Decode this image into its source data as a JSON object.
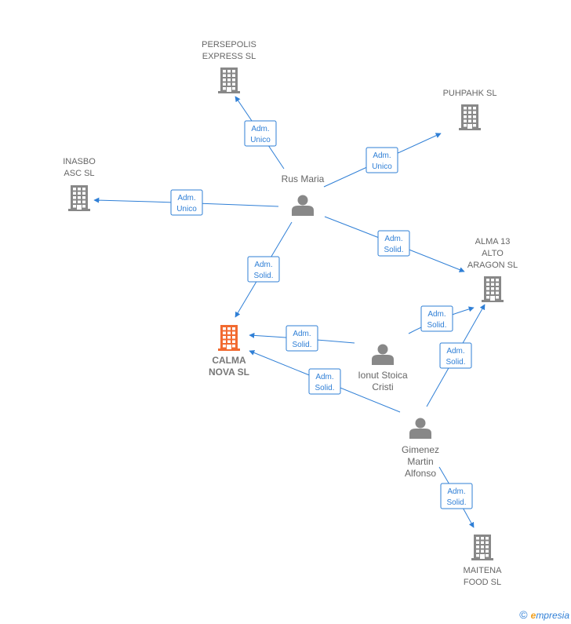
{
  "colors": {
    "edge": "#2f7fd6",
    "company": "#888888",
    "focus_company": "#f26a30",
    "person": "#888888"
  },
  "nodes": [
    {
      "id": "persepolis",
      "type": "company",
      "label": [
        "PERSEPOLIS",
        "EXPRESS SL"
      ]
    },
    {
      "id": "puhpahk",
      "type": "company",
      "label": [
        "PUHPAHK  SL"
      ]
    },
    {
      "id": "inasbo",
      "type": "company",
      "label": [
        "INASBO",
        "ASC  SL"
      ]
    },
    {
      "id": "alma13",
      "type": "company",
      "label": [
        "ALMA 13",
        "ALTO",
        "ARAGON  SL"
      ]
    },
    {
      "id": "calma",
      "type": "focus",
      "label": [
        "CALMA",
        "NOVA  SL"
      ]
    },
    {
      "id": "maitena",
      "type": "company",
      "label": [
        "MAITENA",
        "FOOD  SL"
      ]
    },
    {
      "id": "rus",
      "type": "person",
      "label": [
        "Rus Maria"
      ]
    },
    {
      "id": "ionut",
      "type": "person",
      "label": [
        "Ionut Stoica",
        "Cristi"
      ]
    },
    {
      "id": "gimenez",
      "type": "person",
      "label": [
        "Gimenez",
        "Martin",
        "Alfonso"
      ]
    }
  ],
  "edges": [
    {
      "from": "rus",
      "to": "persepolis",
      "label": [
        "Adm.",
        "Unico"
      ]
    },
    {
      "from": "rus",
      "to": "puhpahk",
      "label": [
        "Adm.",
        "Unico"
      ]
    },
    {
      "from": "rus",
      "to": "inasbo",
      "label": [
        "Adm.",
        "Unico"
      ]
    },
    {
      "from": "rus",
      "to": "alma13",
      "label": [
        "Adm.",
        "Solid."
      ]
    },
    {
      "from": "rus",
      "to": "calma",
      "label": [
        "Adm.",
        "Solid."
      ]
    },
    {
      "from": "ionut",
      "to": "calma",
      "label": [
        "Adm.",
        "Solid."
      ]
    },
    {
      "from": "ionut",
      "to": "alma13",
      "label": [
        "Adm.",
        "Solid."
      ]
    },
    {
      "from": "gimenez",
      "to": "calma",
      "label": [
        "Adm.",
        "Solid."
      ]
    },
    {
      "from": "gimenez",
      "to": "alma13",
      "label": [
        "Adm.",
        "Solid."
      ]
    },
    {
      "from": "gimenez",
      "to": "maitena",
      "label": [
        "Adm.",
        "Solid."
      ]
    }
  ],
  "footer": {
    "copyright": "©",
    "brand_first": "e",
    "brand_rest": "mpresia"
  }
}
